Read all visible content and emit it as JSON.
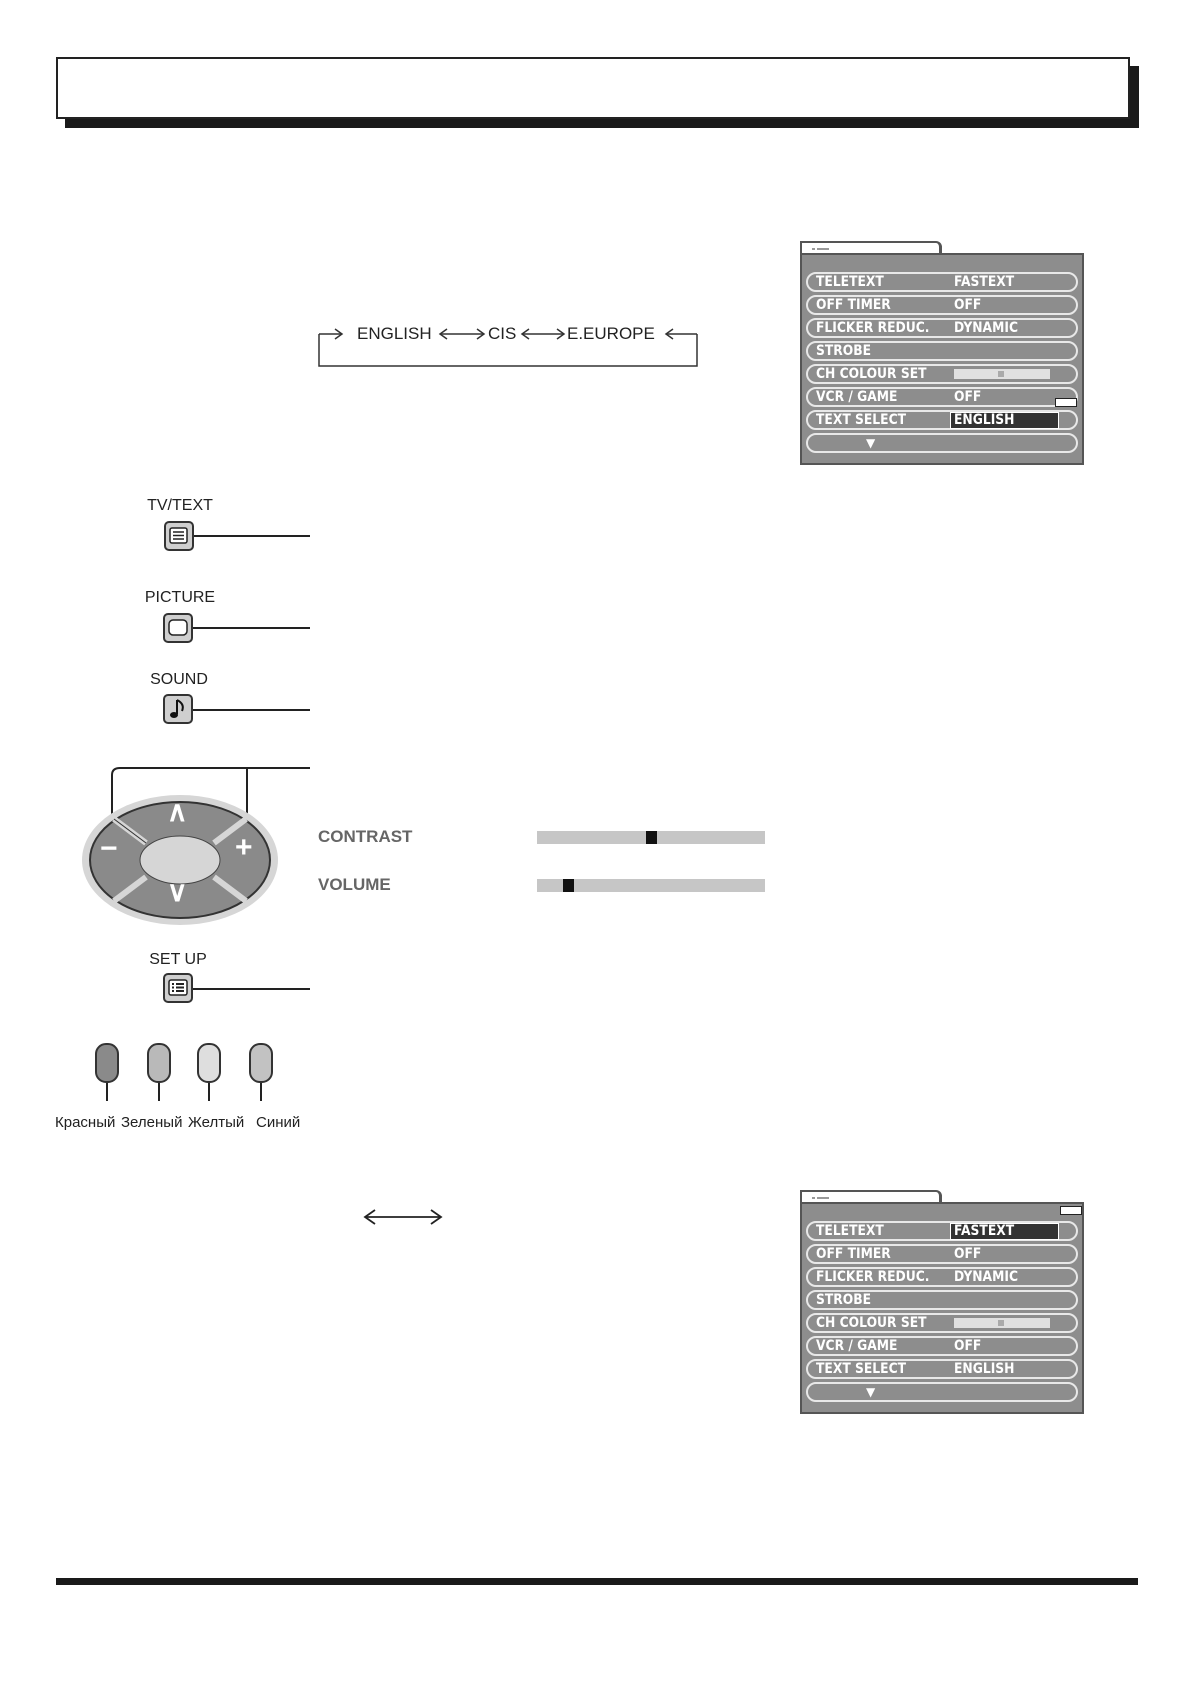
{
  "language_cycle": {
    "items": [
      "ENGLISH",
      "CIS",
      "E.EUROPE"
    ]
  },
  "menu_top": {
    "rows": [
      {
        "label": "TELETEXT",
        "value": "FASTEXT"
      },
      {
        "label": "OFF TIMER",
        "value": "OFF"
      },
      {
        "label": "FLICKER REDUC.",
        "value": "DYNAMIC"
      },
      {
        "label": "STROBE",
        "value": ""
      },
      {
        "label": "CH COLOUR SET",
        "value": ""
      },
      {
        "label": "VCR / GAME",
        "value": "OFF"
      },
      {
        "label": "TEXT SELECT",
        "value": "ENGLISH"
      }
    ],
    "more_arrow": "▼"
  },
  "menu_bottom": {
    "rows": [
      {
        "label": "TELETEXT",
        "value": "FASTEXT"
      },
      {
        "label": "OFF TIMER",
        "value": "OFF"
      },
      {
        "label": "FLICKER REDUC.",
        "value": "DYNAMIC"
      },
      {
        "label": "STROBE",
        "value": ""
      },
      {
        "label": "CH COLOUR SET",
        "value": ""
      },
      {
        "label": "VCR / GAME",
        "value": "OFF"
      },
      {
        "label": "TEXT SELECT",
        "value": "ENGLISH"
      }
    ],
    "more_arrow": "▼"
  },
  "remote": {
    "tv_text_label": "TV/TEXT",
    "picture_label": "PICTURE",
    "sound_label": "SOUND",
    "setup_label": "SET UP",
    "minus": "−",
    "plus": "+",
    "up": "∧",
    "down": "∨"
  },
  "adjust": {
    "contrast_label": "CONTRAST",
    "contrast_level": 0.5,
    "volume_label": "VOLUME",
    "volume_level": 0.12
  },
  "color_keys": [
    {
      "label": "Красный",
      "color": "#8a8a8a"
    },
    {
      "label": "Зеленый",
      "color": "#b9b9b9"
    },
    {
      "label": "Желтый",
      "color": "#dedede"
    },
    {
      "label": "Синий",
      "color": "#c2c2c2"
    }
  ]
}
